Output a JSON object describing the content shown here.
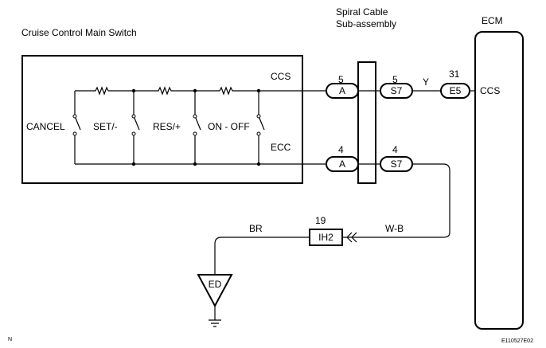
{
  "titles": {
    "main_switch": "Cruise Control Main Switch",
    "spiral_cable_line1": "Spiral Cable",
    "spiral_cable_line2": "Sub-assembly",
    "ecm": "ECM"
  },
  "switch": {
    "ccs_label": "CCS",
    "ecc_label": "ECC",
    "cancel": "CANCEL",
    "set": "SET/-",
    "res": "RES/+",
    "on_off": "ON - OFF"
  },
  "connectors": {
    "a_upper": {
      "pin": "5",
      "name": "A"
    },
    "a_lower": {
      "pin": "4",
      "name": "A"
    },
    "s7_upper": {
      "pin": "5",
      "name": "S7"
    },
    "s7_lower": {
      "pin": "4",
      "name": "S7"
    },
    "e5": {
      "pin": "31",
      "name": "E5"
    },
    "ih2": {
      "pin": "19",
      "name": "IH2"
    },
    "ed": {
      "name": "ED"
    }
  },
  "wires": {
    "y": "Y",
    "wb": "W-B",
    "br": "BR"
  },
  "ecm": {
    "ccs_label": "CCS"
  },
  "footer": {
    "corner_letter": "N",
    "code": "E110527E02"
  },
  "colors": {
    "line": "#000000",
    "background": "#ffffff"
  }
}
